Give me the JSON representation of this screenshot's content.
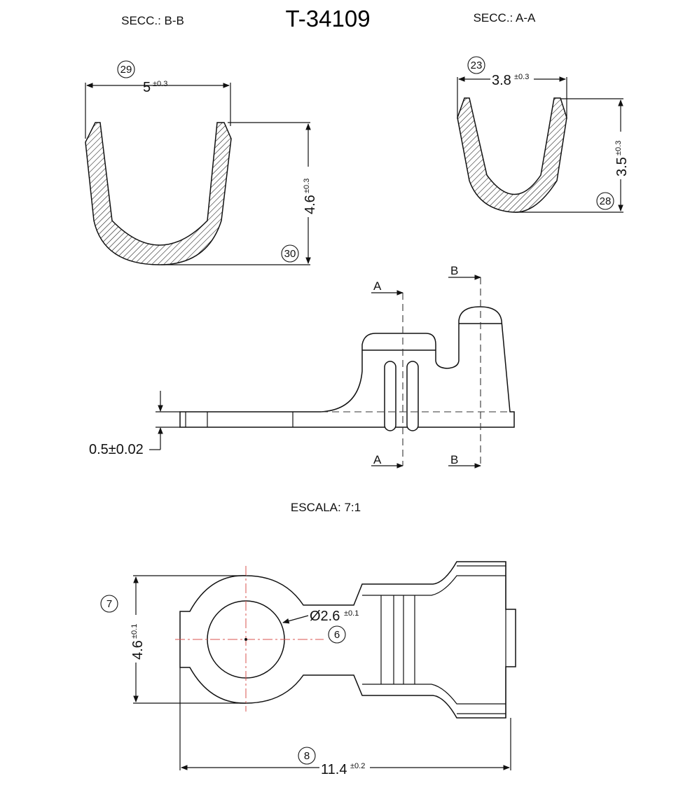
{
  "title": "T-34109",
  "section_bb": {
    "label": "SECC.: B-B",
    "width_dim": "5",
    "width_tol": "±0.3",
    "height_dim": "4.6",
    "height_tol": "±0.3",
    "bubble_width": "29",
    "bubble_height": "30"
  },
  "section_aa": {
    "label": "SECC.: A-A",
    "width_dim": "3.8",
    "width_tol": "±0.3",
    "height_dim": "3.5",
    "height_tol": "±0.3",
    "bubble_width": "23",
    "bubble_height": "28"
  },
  "side_view": {
    "cut_a": "A",
    "cut_b": "B",
    "thickness": "0.5±0.02"
  },
  "scale": "ESCALA:  7:1",
  "top_view": {
    "diameter_dim": "Ø2.6",
    "diameter_tol": "±0.1",
    "width_dim": "4.6",
    "width_tol": "±0.1",
    "length_dim": "11.4",
    "length_tol": "±0.2",
    "bubble_width": "7",
    "bubble_length": "8",
    "bubble_diameter": "6"
  },
  "colors": {
    "line": "#111111",
    "centerline": "#d9534f",
    "background": "#ffffff"
  }
}
